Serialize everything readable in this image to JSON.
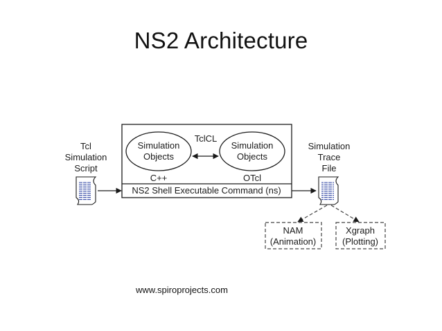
{
  "title": "NS2 Architecture",
  "diagram": {
    "input_label": [
      "Tcl",
      "Simulation",
      "Script"
    ],
    "output_label": [
      "Simulation",
      "Trace",
      "File"
    ],
    "left_object": [
      "Simulation",
      "Objects"
    ],
    "right_object": [
      "Simulation",
      "Objects"
    ],
    "link_label": "TclCL",
    "left_lang": "C++",
    "right_lang": "OTcl",
    "shell_label": "NS2 Shell Executable Command (ns)",
    "nam_label": [
      "NAM",
      "(Animation)"
    ],
    "xgraph_label": [
      "Xgraph",
      "(Plotting)"
    ],
    "icons": [
      "script-document-icon",
      "trace-document-icon"
    ]
  },
  "footer": {
    "url": "www.spiroprojects.com"
  }
}
